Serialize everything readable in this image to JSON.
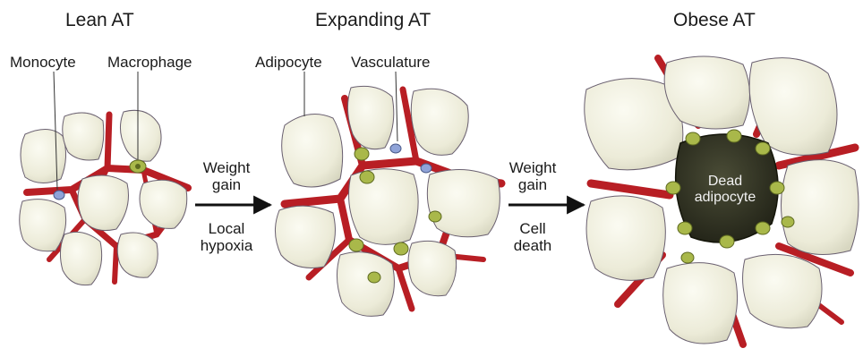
{
  "stages": [
    {
      "title": "Lean AT"
    },
    {
      "title": "Expanding AT"
    },
    {
      "title": "Obese AT"
    }
  ],
  "labels": {
    "monocyte": "Monocyte",
    "macrophage": "Macrophage",
    "adipocyte": "Adipocyte",
    "vasculature": "Vasculature",
    "dead_adipocyte_line1": "Dead",
    "dead_adipocyte_line2": "adipocyte"
  },
  "transitions": [
    {
      "top_line1": "Weight",
      "top_line2": "gain",
      "bottom_line1": "Local",
      "bottom_line2": "hypoxia"
    },
    {
      "top_line1": "Weight",
      "top_line2": "gain",
      "bottom_line1": "Cell",
      "bottom_line2": "death"
    }
  ],
  "colors": {
    "adipocyte_fill": "#eeeedd",
    "adipocyte_outline": "#6a6070",
    "vessel": "#b81e24",
    "vessel_dark": "#7d1015",
    "macrophage": "#a9b84a",
    "monocyte": "#8fa3d8",
    "dead_cell": "#2c2e1f",
    "nucleus": "#7a4aa0"
  }
}
